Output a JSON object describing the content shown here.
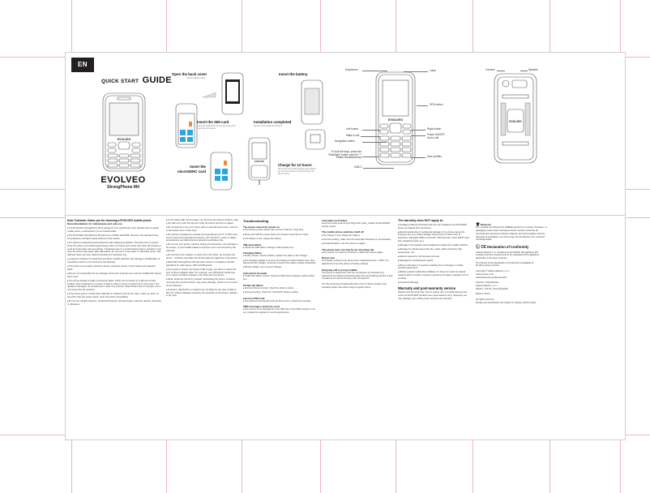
{
  "language_tab": "EN",
  "cover": {
    "title_small": "QUICK START",
    "title_big": "GUIDE",
    "brand": "EVOLVEO",
    "model": "StrongPhone M4",
    "phone_screen_logo": "EVOLVEO"
  },
  "steps": [
    {
      "title": "Open the back cover",
      "subtitle": "Lift the battery cover"
    },
    {
      "title": "Insert the battery",
      "subtitle": ""
    },
    {
      "title": "Insert the SIM card",
      "subtitle": "Insert the SIM card into the slot and push it gently until secure"
    },
    {
      "title": "Installation completed",
      "subtitle": "Put the cover back and close it"
    },
    {
      "title": "Insert the microSDHC card",
      "subtitle": ""
    },
    {
      "title": "Charge for 12 hours",
      "subtitle": "We recommend fully charging the battery for 12 hours before using the phone for the first time."
    }
  ],
  "front_callouts": {
    "earphones": "Earphones",
    "lamp": "Lamp",
    "sos_button": "SOS button",
    "left_button": "Left button",
    "right_button": "Right button",
    "make_call": "Make a call",
    "power": "Power ON/OFF\nEnd a call",
    "navigation_button": "Navigation button",
    "lock_keys": "To lock the keys, press the \"Flashlight\" button and the \"*\" button simultaneously",
    "user_profiles": "User profiles",
    "usb_c": "USB-C"
  },
  "back_callouts": {
    "camera": "Camera",
    "speaker": "Speaker"
  },
  "col1": {
    "heading": "Dear Customer, thank you for choosing a EVOLVEO mobile phone.",
    "subheading": "Recommendations for maintenance and safe use:",
    "bullets": [
      "The EVOLVEO StrongPhone M4 is designed to be significantly more durable than a regular mobile phone, unfortunately it is not indestructible.",
      "The EVOLVEO StrongPhone M4 has been certified with IP68. However, this standard does not guarantee complete waterproofness of the device.",
      "The phone is waterproof and dustproof under following conditions: the back cover is closed firmly, the phone is not submerged deeper than 1.5 meters and not for more than 30 minutes (it must be fresh water (not sea water)). Occasional use in a contaminated pools is possible; if you rinse the phone with clean water afterwards. Do not use it in sea water or salt water pools. This warranty does not cover defects resulting from improper use.",
      "Long-term exposure to metal dust and other metallic particles may damage a loudspeaker or microphone and it is not covered by the warranty.",
      "This phone is a complex electronic device; therefore protect it from impact and magnetic fields.",
      "We are not responsible for any damage incurred by improper use such as insufficiently closed back cover.",
      "The phone display is made of tempered glass, which can be broken by a fall onto a hard surface, when subjected to a severe impact or when it is bent or deformed in some way. If the display is damaged, do not attempt to repair it by yourself. Glass broken due to improper use is not covered by the warranty.",
      "If the phone gets in contact with materials or solutions such as ink, dyes, make-up, food, oil, and other that can cause stains, clean the phone immediately.",
      "Do not use window cleaners, household cleaners, aerosol sprays, solvents, alcohol, ammonia or abrasives."
    ]
  },
  "col2": {
    "bullets": [
      "If your phone falls into the water, do not press the phone's buttons, wipe it dry with a dry cloth first and let it fully dry before turning it on again.",
      "Do not attempt to dry your phone with an external heat source, such as a microwave oven or hair dryer.",
      "The phone is designed to operate at temperatures from 0° to 40°C and can be stored at temperatures between -20° and 45°C. Lower or higher temperatures can affect phone's operation and battery life.",
      "Do not use your phone outdoors during a thunderstorm, any damage to the device, or your health related to improper use is not covered by the warranty.",
      "Do not pierce the speaker, or push pins in the holes, do not paint the phone – all these may affect the functionality and tightness of the phone.",
      "EVOLVEO StrongPhone M4 has been tested in compliance with EU standards for radio waves, WiFi and Bluetooth.",
      "If you want to reduce the impact of RF energy, you have to reduce the time of direct radiation effect, for example, use a Bluetooth hands-free set, or keep a distance between your body and your phone.",
      "Never repair the phone by yourself, dismantling the phone, including removing the external screws, may cause damage, which is not covered by the warranty.",
      "Importers, distributors or resellers are not liable for any loss of data or direct or indirect damage caused by the operation of the phone, whether in any way."
    ]
  },
  "troubleshooting": {
    "title": "Troubleshooting",
    "sections": [
      {
        "heading": "The phone cannot be turned on",
        "items": [
          "The phone's power button has not been held for a long time.",
          "Press and hold the power button for at least 3 seconds (or more).",
          "The battery is low, charge the battery."
        ]
      },
      {
        "heading": "SIM card failure",
        "items": [
          "Check the SIM card or change it with another one."
        ]
      },
      {
        "heading": "Charging failure",
        "items": [
          "Faulty contact, check contacts, replace the cable or the charger.",
          "The charging voltage is too low, first charge for about half an hour, then disconnect the charger, reconnect it and let the battery charge completely.",
          "Wrong charger, use a correct charger."
        ]
      },
      {
        "heading": "Call cannot be made",
        "items": [
          "If SIM card failure occurs, check the SIM card or change it with another one."
        ]
      },
      {
        "heading": "Partial call failure",
        "items": [
          "Incorrect phone number, check the phone number.",
          "Incorrect setting, check the \"Call block\" feature setting."
        ]
      },
      {
        "heading": "Incorrect PIN code",
        "items": [
          "You entered a wrong PIN code for three times, contact the operator."
        ]
      },
      {
        "heading": "SMS messages cannot be send",
        "items": [
          "The service is not activated for your SIM card or the SMS number is not set, contact the operator to set the parameters."
        ]
      }
    ]
  },
  "col4": {
    "sections": [
      {
        "heading": "Automatic lock failure",
        "items": [
          "Incorrect code entered (you forgot the code), contact the EVOLVEO service centre."
        ]
      },
      {
        "heading": "The mobile phone switches itself off",
        "items": [
          "The battery is low, charge the battery.",
          "Incorrect setting, make sure the automatic shutdown is not activated.",
          "Accidental failure, turn the phone on again."
        ]
      },
      {
        "heading": "The phone does not ring for an incoming call",
        "items": [
          "The volume is muted to a minimum, adjust the volume again."
        ]
      },
      {
        "heading": "Phone lock",
        "text": "This feature protects your phone from unauthorised use. \"1234\" is a password to reset the phone to factory settings."
      },
      {
        "heading": "Outgoing call is poorly audible",
        "text": "The phone is waterproof, thus the microphone is protected by a waterproof membrane preventing water from penetrating and this is why it weakens the sound coming to the microphone."
      }
    ],
    "tip": "Tip: We recommend holding directly in front of phone location and speaking louder than when using a regular phone."
  },
  "warranty": {
    "title": "The warranty does NOT apply to:",
    "items": [
      "Installing a different firmware than the one installed in the EVOLVEO phone as original from the factory.",
      "Electromechanical or mechanical damage to the phone caused by improper use (e.g. broken display, broken front or back cover of telephone, damaged USB-C connector, SIM card slot, micro SDHC card slot, headphone jack, etc.).",
      "Damage to the speaker and headphones caused by metallic particles.",
      "Damage by natural causes like fire, water, static electricity, high temperature, etc.",
      "Defects caused by normal wear and tear.",
      "Damaged by unauthorised repairs.",
      "Phone's firmware if it requires updating due to changes in mobile network parameters.",
      "Mobile network malfunctions (Battery if it does not retain its original capacity after 6 months of delivery (warranty for battery capacity is for 6 months).",
      "Intentional damage."
    ],
    "service_title": "Warranty and post-warranty service",
    "service_text": "Repairs and servicing may only be carried out in an authorised service centre for EVOLVEO products (see www.evolveo.com), otherwise you may damage your mobile phone and lose the warranty."
  },
  "col6": {
    "disposal_title": "Disposal",
    "disposal_text": "The crossed-out wheeled bin (WEEE) symbol on a product, literature, or packaging means that in European Union member countries all electrical and electronic products, batteries and accumulators must be disposed of separately in a correct way. Do not dispose of in unsorted municipal waste.",
    "doc_title": "Declaration of Conformity",
    "doc_text": "Abacus Electric s.r.o. declares the EVOLVEO StrongPhone M4 complies with the requirements of the standards and regulations applicable to this type of device.",
    "doc_full_text": "The full text of the Declaration of Conformity is available at ftp://ftp.evolveo.com/ce/",
    "copyright": "Copyright © Abacus Electric, s.r.o.",
    "web": "www.evolveo.com",
    "facebook": "www.facebook.com/EvolveoCZ",
    "importer_label": "Importer / Manufacturer",
    "importer_name": "Abacus Electric, s.r.o.",
    "importer_address": "Planá 2, 370 01, Czech Republic",
    "made_in": "Made in China",
    "rights": "All rights reserved.",
    "notice": "Design and specification are subject to change without notice."
  }
}
